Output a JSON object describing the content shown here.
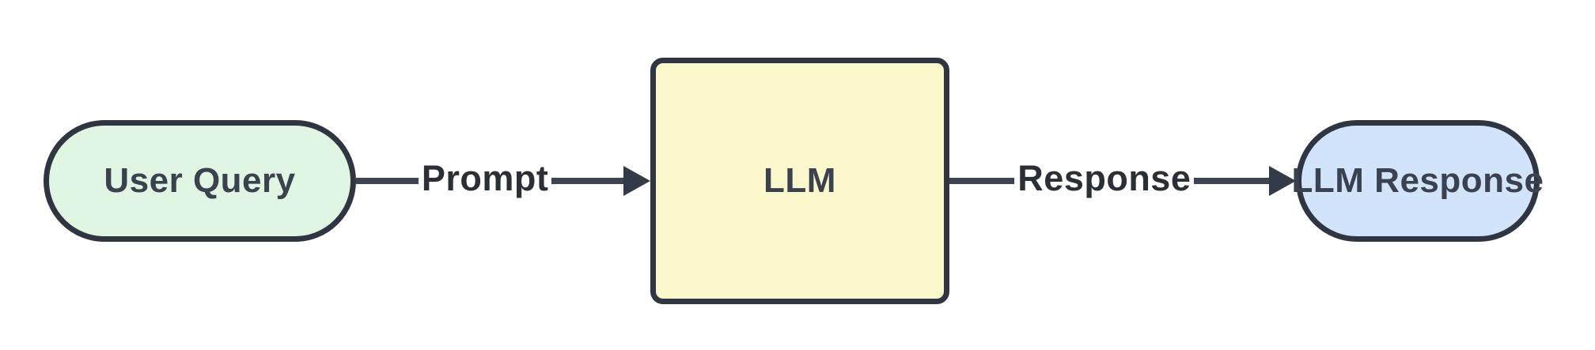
{
  "diagram": {
    "type": "flowchart-left-to-right",
    "nodes": [
      {
        "id": "user-query",
        "label": "User Query",
        "shape": "stadium",
        "fill": "#e1f6e2"
      },
      {
        "id": "llm",
        "label": "LLM",
        "shape": "rounded-rect",
        "fill": "#fbf8cb"
      },
      {
        "id": "llm-response",
        "label": "LLM Response",
        "shape": "stadium",
        "fill": "#d2e4fb"
      }
    ],
    "edges": [
      {
        "from": "user-query",
        "to": "llm",
        "label": "Prompt"
      },
      {
        "from": "llm",
        "to": "llm-response",
        "label": "Response"
      }
    ],
    "colors": {
      "background": "#ffffff",
      "node_border": "#2f3642",
      "node_text": "#3b424f",
      "edge_line": "#3d4554",
      "edge_arrowhead": "#333b48",
      "edge_text": "#2b2f36",
      "fill_green": "#e1f6e2",
      "fill_yellow": "#fbf8cb",
      "fill_blue": "#d2e4fb"
    }
  }
}
